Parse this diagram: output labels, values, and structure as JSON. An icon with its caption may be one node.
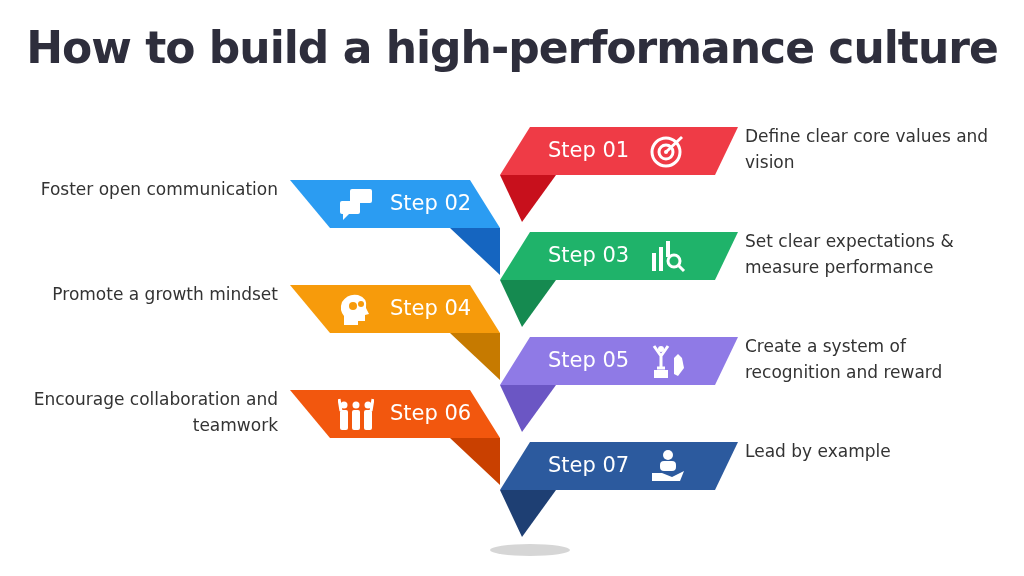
{
  "diagram": {
    "title": "How to build a high-performance culture",
    "nodes": [
      {
        "text": [
          "Step 01"
        ],
        "beside": [
          "Define clear core values and vision"
        ]
      },
      {
        "text": [
          "Step 02"
        ],
        "beside": [
          "Foster open communication"
        ]
      },
      {
        "text": [
          "Step 03"
        ],
        "beside": [
          "Set clear expectations & measure performance"
        ]
      },
      {
        "text": [
          "Step 04"
        ],
        "beside": [
          "Promote a growth mindset"
        ]
      },
      {
        "text": [
          "Step 05"
        ],
        "beside": [
          "Create a system of recognition and reward"
        ]
      },
      {
        "text": [
          "Step 06"
        ],
        "beside": [
          "Encourage collaboration and teamwork"
        ]
      },
      {
        "text": [
          "Step 07"
        ],
        "beside": [
          "Lead by example"
        ]
      }
    ],
    "edges": []
  }
}
